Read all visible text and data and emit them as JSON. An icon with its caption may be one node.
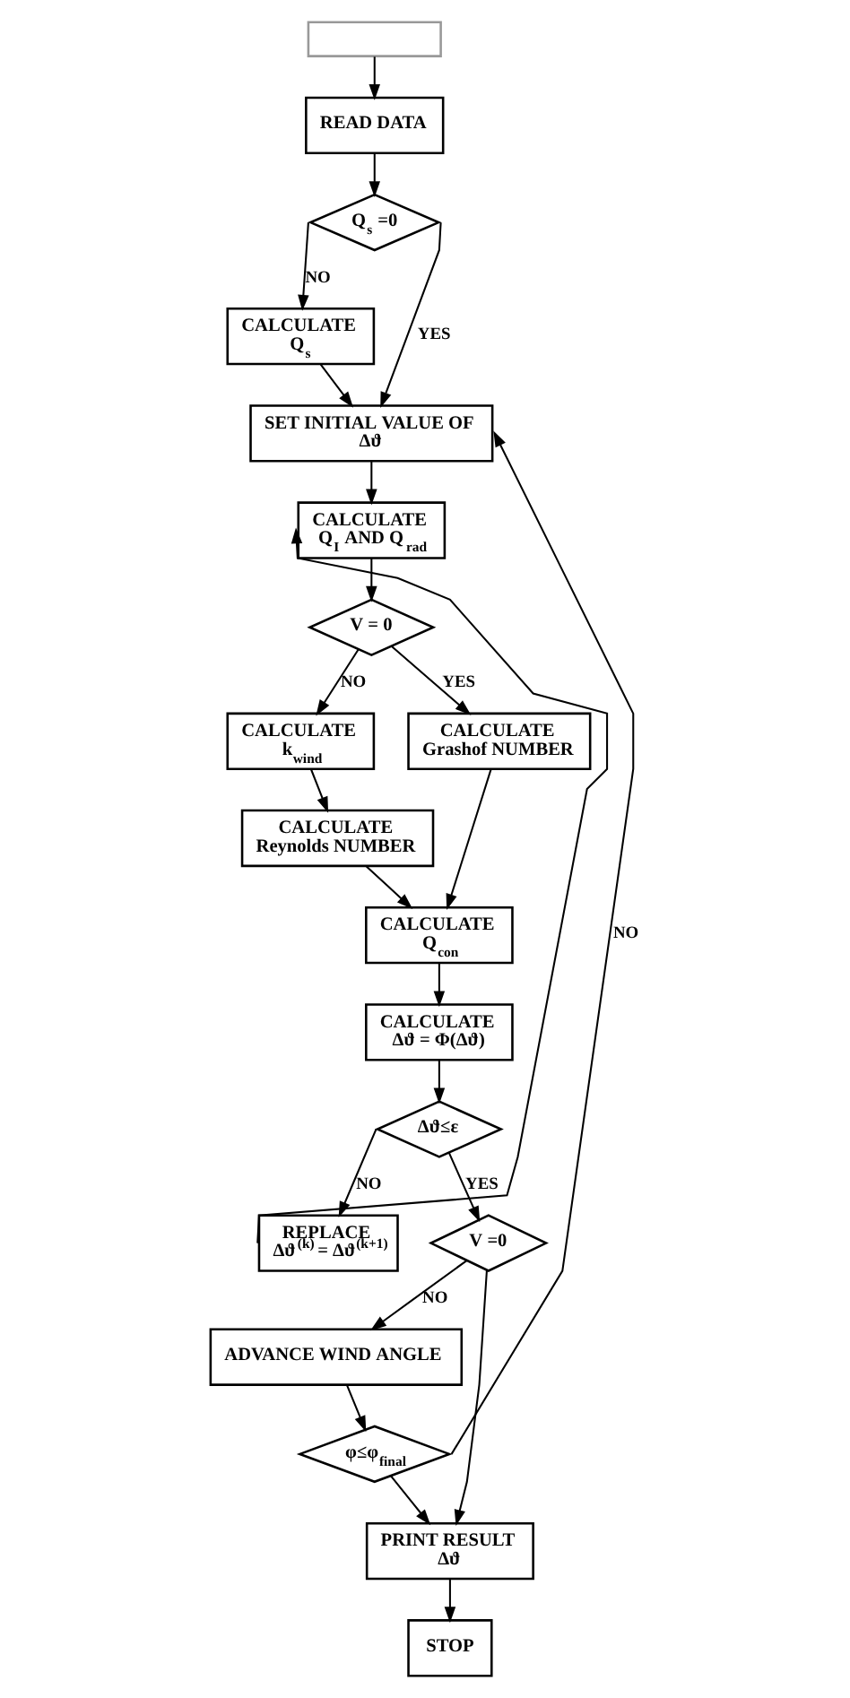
{
  "diagram": {
    "nodes": [
      {
        "text": [],
        "shape": "box"
      },
      {
        "text": [
          "READ DATA"
        ]
      },
      {
        "text": [
          "Q$_{s}$ =0"
        ]
      },
      {
        "text": [
          "CALCULATE",
          "Q$_{s}$"
        ]
      },
      {
        "text": [
          "SET INITIAL VALUE OF",
          "Δϑ"
        ]
      },
      {
        "text": [
          "CALCULATE",
          "Q$_{I}$ AND Q$_{rad}$"
        ]
      },
      {
        "text": [
          "V = 0"
        ]
      },
      {
        "text": [
          "CALCULATE",
          "k$_{wind}$"
        ]
      },
      {
        "text": [
          "CALCULATE",
          "Reynolds NUMBER"
        ]
      },
      {
        "text": [
          "CALCULATE",
          "Grashof NUMBER"
        ]
      },
      {
        "text": [
          "CALCULATE",
          "Q$_{con}$"
        ]
      },
      {
        "text": [
          "CALCULATE",
          "Δϑ = Φ(Δϑ)"
        ]
      },
      {
        "text": [
          "Δϑ≤ε"
        ]
      },
      {
        "text": [
          "REPLACE",
          "Δϑ$^{(k)}$ = Δϑ$^{(k+1)}$"
        ]
      },
      {
        "text": [
          "V =0"
        ]
      },
      {
        "text": [
          "ADVANCE WIND ANGLE"
        ]
      },
      {
        "text": [
          "φ≤φ$_{final}$"
        ]
      },
      {
        "text": [
          "PRINT RESULT",
          "Δϑ"
        ]
      },
      {
        "text": [
          "STOP"
        ]
      }
    ],
    "edges": [
      {
        "from": 0,
        "to": 1,
        "arrow": "to"
      },
      {
        "from": 1,
        "to": 2,
        "arrow": "to"
      },
      {
        "from": 2,
        "to": 3,
        "arrow": "to",
        "label": "NO"
      },
      {
        "from": 2,
        "to": 4,
        "arrow": "to",
        "label": "YES"
      },
      {
        "from": 3,
        "to": 4,
        "arrow": "to"
      },
      {
        "from": 16,
        "to": 4,
        "arrow": "to",
        "label": "NO"
      },
      {
        "from": 4,
        "to": 5,
        "arrow": "to"
      },
      {
        "from": 13,
        "to": 5,
        "arrow": "to"
      },
      {
        "from": 5,
        "to": 6,
        "arrow": "to"
      },
      {
        "from": 6,
        "to": 7,
        "arrow": "to",
        "label": "NO"
      },
      {
        "from": 6,
        "to": 9,
        "arrow": "to",
        "label": "YES"
      },
      {
        "from": 7,
        "to": 8,
        "arrow": "to"
      },
      {
        "from": 8,
        "to": 10,
        "arrow": "to"
      },
      {
        "from": 9,
        "to": 10,
        "arrow": "to"
      },
      {
        "from": 10,
        "to": 11,
        "arrow": "to"
      },
      {
        "from": 11,
        "to": 12,
        "arrow": "to"
      },
      {
        "from": 12,
        "to": 13,
        "arrow": "to",
        "label": "NO"
      },
      {
        "from": 12,
        "to": 14,
        "arrow": "to",
        "label": "YES"
      },
      {
        "from": 14,
        "to": 17,
        "arrow": "to"
      },
      {
        "from": 14,
        "to": 15,
        "arrow": "to",
        "label": "NO"
      },
      {
        "from": 15,
        "to": 16,
        "arrow": "to"
      },
      {
        "from": 16,
        "to": 17,
        "arrow": "to"
      },
      {
        "from": 17,
        "to": 18,
        "arrow": "to"
      }
    ]
  }
}
